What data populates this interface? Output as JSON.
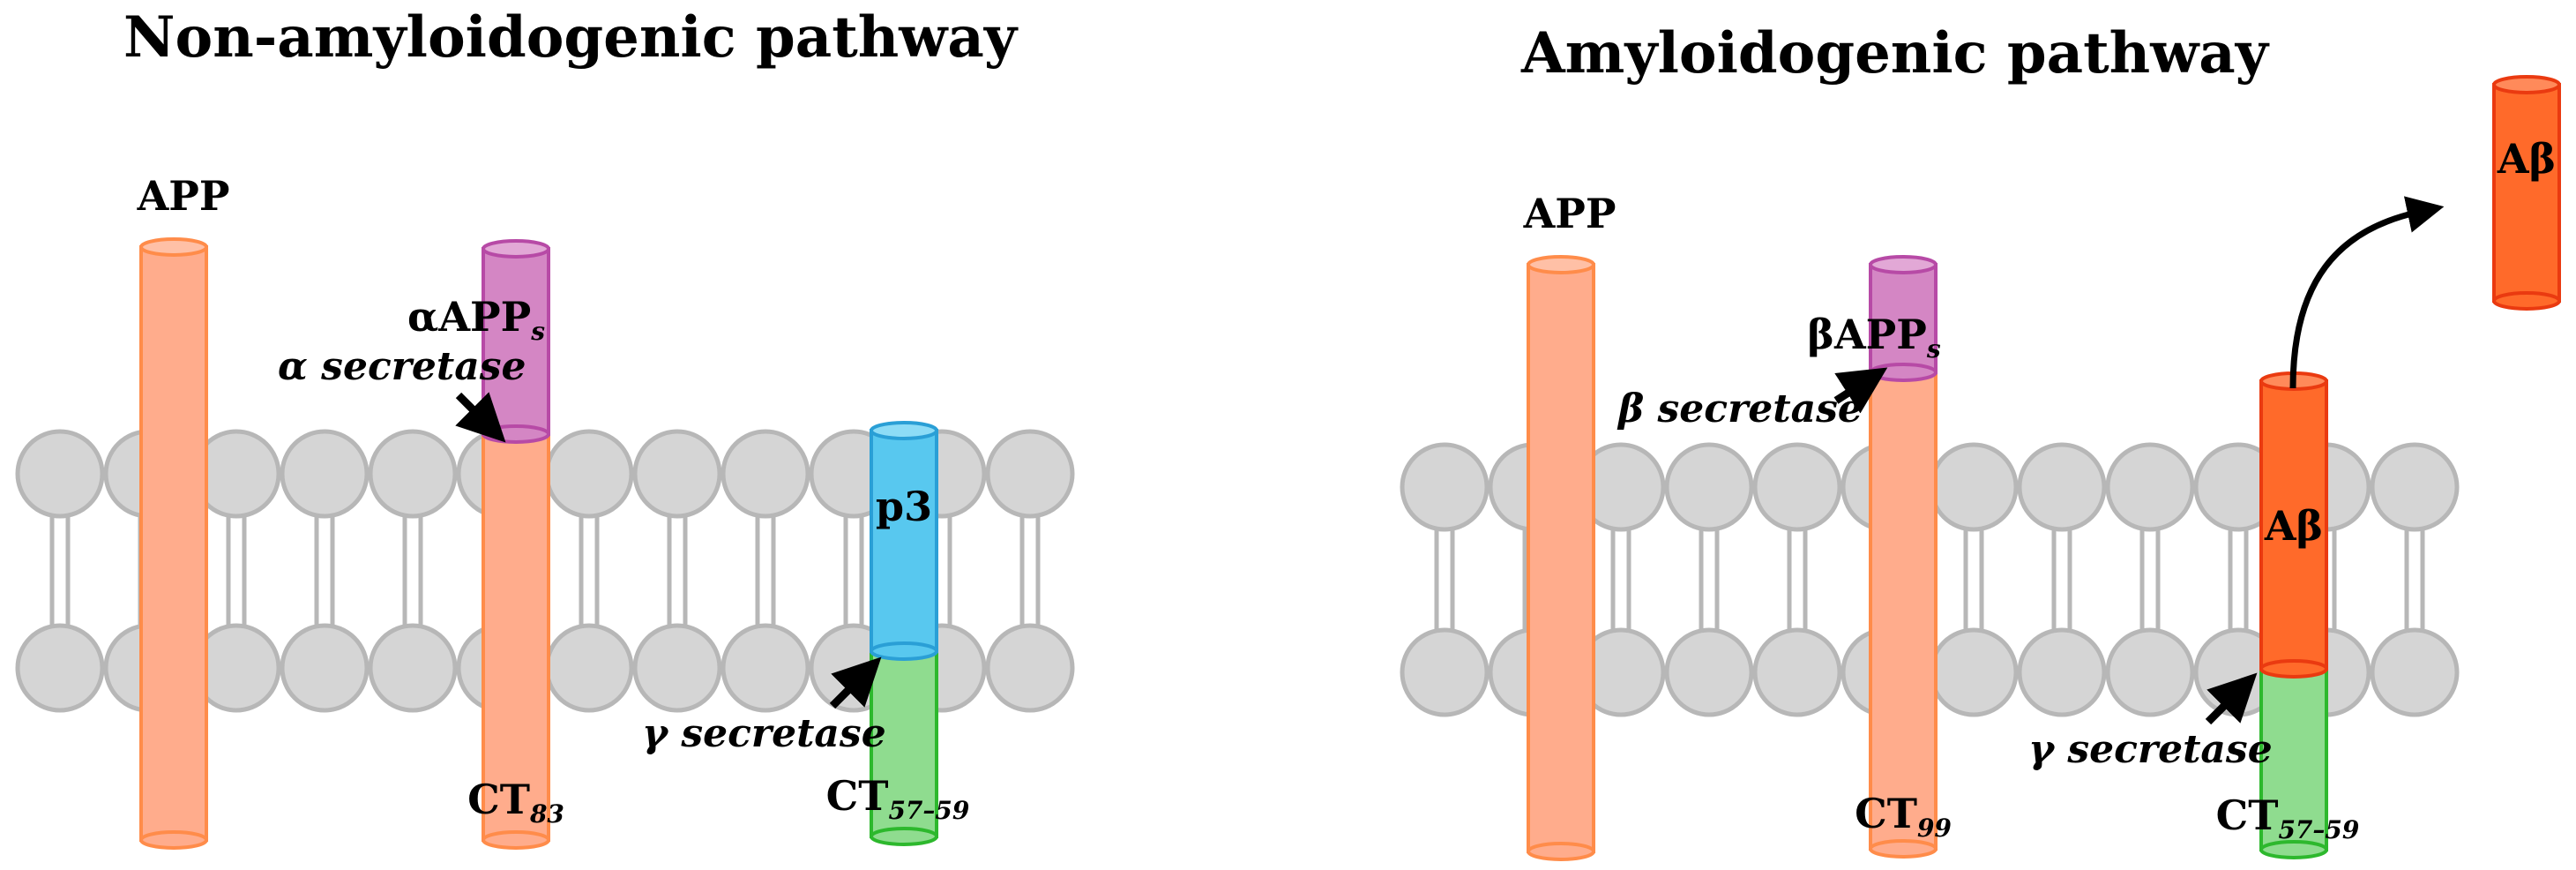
{
  "left_panel": {
    "title": "Non-amyloidogenic pathway",
    "app_label": "APP",
    "alpha_app_main": "αAPP",
    "alpha_app_sub": "s",
    "alpha_secretase": "α secretase",
    "ct83_main": "CT",
    "ct83_sub": "83",
    "p3_label": "p3",
    "gamma_secretase": "γ secretase",
    "ct5759_main": "CT",
    "ct5759_sub": "57–59"
  },
  "right_panel": {
    "title": "Amyloidogenic pathway",
    "app_label": "APP",
    "beta_app_main": "βAPP",
    "beta_app_sub": "s",
    "beta_secretase": "β secretase",
    "ct99_main": "CT",
    "ct99_sub": "99",
    "abeta_label": "Aβ",
    "released_abeta_label": "Aβ",
    "gamma_secretase": "γ secretase",
    "ct5759_main": "CT",
    "ct5759_sub": "57–59"
  },
  "colors": {
    "app": "#ffac8c",
    "app_stroke": "#ff8c4a",
    "app_secreted": "#d486c4",
    "app_secreted_stroke": "#b74aa6",
    "p3": "#58c8ef",
    "p3_stroke": "#2a9fd6",
    "ct_fragment": "#8fdc8f",
    "ct_fragment_stroke": "#2db82d",
    "abeta": "#ff6a2a",
    "abeta_stroke": "#ea3a10",
    "membrane": "#d5d5d5"
  }
}
